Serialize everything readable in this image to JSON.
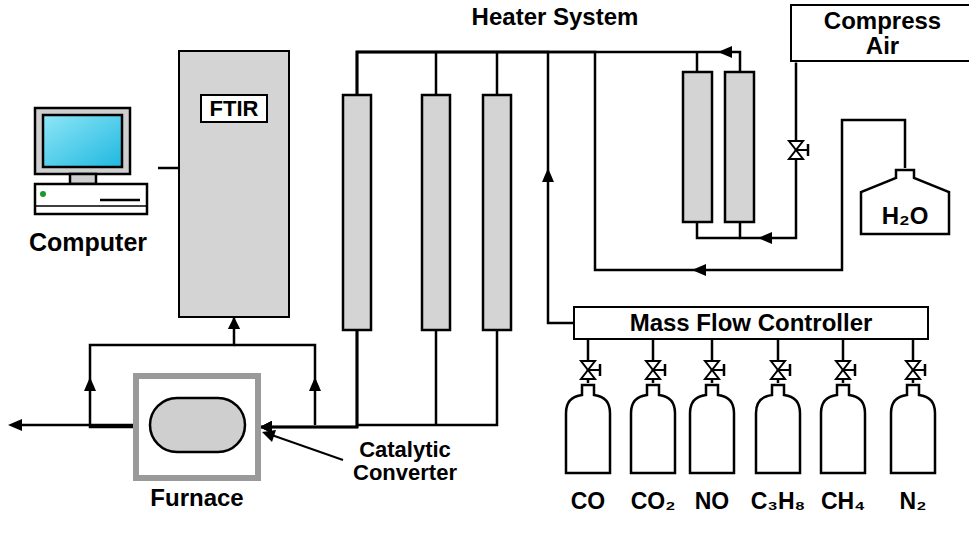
{
  "diagram": {
    "nodes": [
      {
        "text": [
          "FTIR"
        ]
      },
      {
        "text": [
          "Computer"
        ]
      },
      {
        "text": [
          "Compress Air"
        ]
      },
      {
        "text": [
          "H₂O"
        ]
      },
      {
        "text": [
          "Mass Flow Controller"
        ]
      },
      {
        "text": [
          "CO"
        ]
      },
      {
        "text": [
          "CO₂"
        ]
      },
      {
        "text": [
          "NO"
        ]
      },
      {
        "text": [
          "C₃H₈"
        ]
      },
      {
        "text": [
          "CH₄"
        ]
      },
      {
        "text": [
          "N₂"
        ]
      },
      {
        "text": [
          "Furnace"
        ]
      }
    ],
    "edges": [
      {
        "from": 5,
        "to": 4,
        "arrow": "none"
      },
      {
        "from": 6,
        "to": 4,
        "arrow": "none"
      },
      {
        "from": 7,
        "to": 4,
        "arrow": "none"
      },
      {
        "from": 8,
        "to": 4,
        "arrow": "none"
      },
      {
        "from": 9,
        "to": 4,
        "arrow": "none"
      },
      {
        "from": 10,
        "to": 4,
        "arrow": "none"
      },
      {
        "from": 4,
        "to": 11,
        "arrow": "to"
      },
      {
        "from": 2,
        "to": 11,
        "arrow": "to"
      },
      {
        "from": 3,
        "to": 11,
        "arrow": "to"
      },
      {
        "from": 11,
        "to": 0,
        "arrow": "to"
      },
      {
        "from": 1,
        "to": 0,
        "arrow": "none"
      }
    ],
    "labels": [
      "Heater System",
      "Catalytic Converter"
    ]
  }
}
